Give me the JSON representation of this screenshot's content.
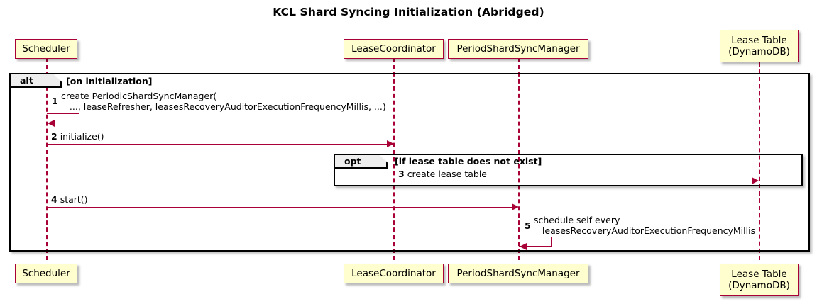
{
  "title": "KCL Shard Syncing Initialization (Abridged)",
  "colors": {
    "participant_fill": "#FEFECE",
    "participant_border": "#A80036",
    "arrow": "#A80036",
    "fragment_border": "#000000",
    "fragment_label_fill": "#EEEEEE",
    "background": "#FFFFFF"
  },
  "participants": [
    {
      "id": "scheduler",
      "label": "Scheduler",
      "lines": [
        "Scheduler"
      ]
    },
    {
      "id": "lease-coordinator",
      "label": "LeaseCoordinator",
      "lines": [
        "LeaseCoordinator"
      ]
    },
    {
      "id": "period-shard-sync-manager",
      "label": "PeriodShardSyncManager",
      "lines": [
        "PeriodShardSyncManager"
      ]
    },
    {
      "id": "lease-table",
      "label": "Lease Table (DynamoDB)",
      "lines": [
        "Lease Table",
        "(DynamoDB)"
      ]
    }
  ],
  "fragments": [
    {
      "id": "alt",
      "keyword": "alt",
      "condition": "[on initialization]"
    },
    {
      "id": "opt",
      "keyword": "opt",
      "condition": "[if lease table does not exist]"
    }
  ],
  "messages": [
    {
      "number": "1",
      "from": "scheduler",
      "to": "scheduler",
      "kind": "self",
      "lines": [
        "create PeriodicShardSyncManager(",
        "   ..., leaseRefresher, leasesRecoveryAuditorExecutionFrequencyMillis, ...)"
      ]
    },
    {
      "number": "2",
      "from": "scheduler",
      "to": "lease-coordinator",
      "kind": "sync",
      "lines": [
        "initialize()"
      ]
    },
    {
      "number": "3",
      "from": "lease-coordinator",
      "to": "lease-table",
      "kind": "sync",
      "lines": [
        "create lease table"
      ]
    },
    {
      "number": "4",
      "from": "scheduler",
      "to": "period-shard-sync-manager",
      "kind": "sync",
      "lines": [
        "start()"
      ]
    },
    {
      "number": "5",
      "from": "period-shard-sync-manager",
      "to": "period-shard-sync-manager",
      "kind": "self",
      "lines": [
        "schedule self every",
        "   leasesRecoveryAuditorExecutionFrequencyMillis"
      ]
    }
  ]
}
